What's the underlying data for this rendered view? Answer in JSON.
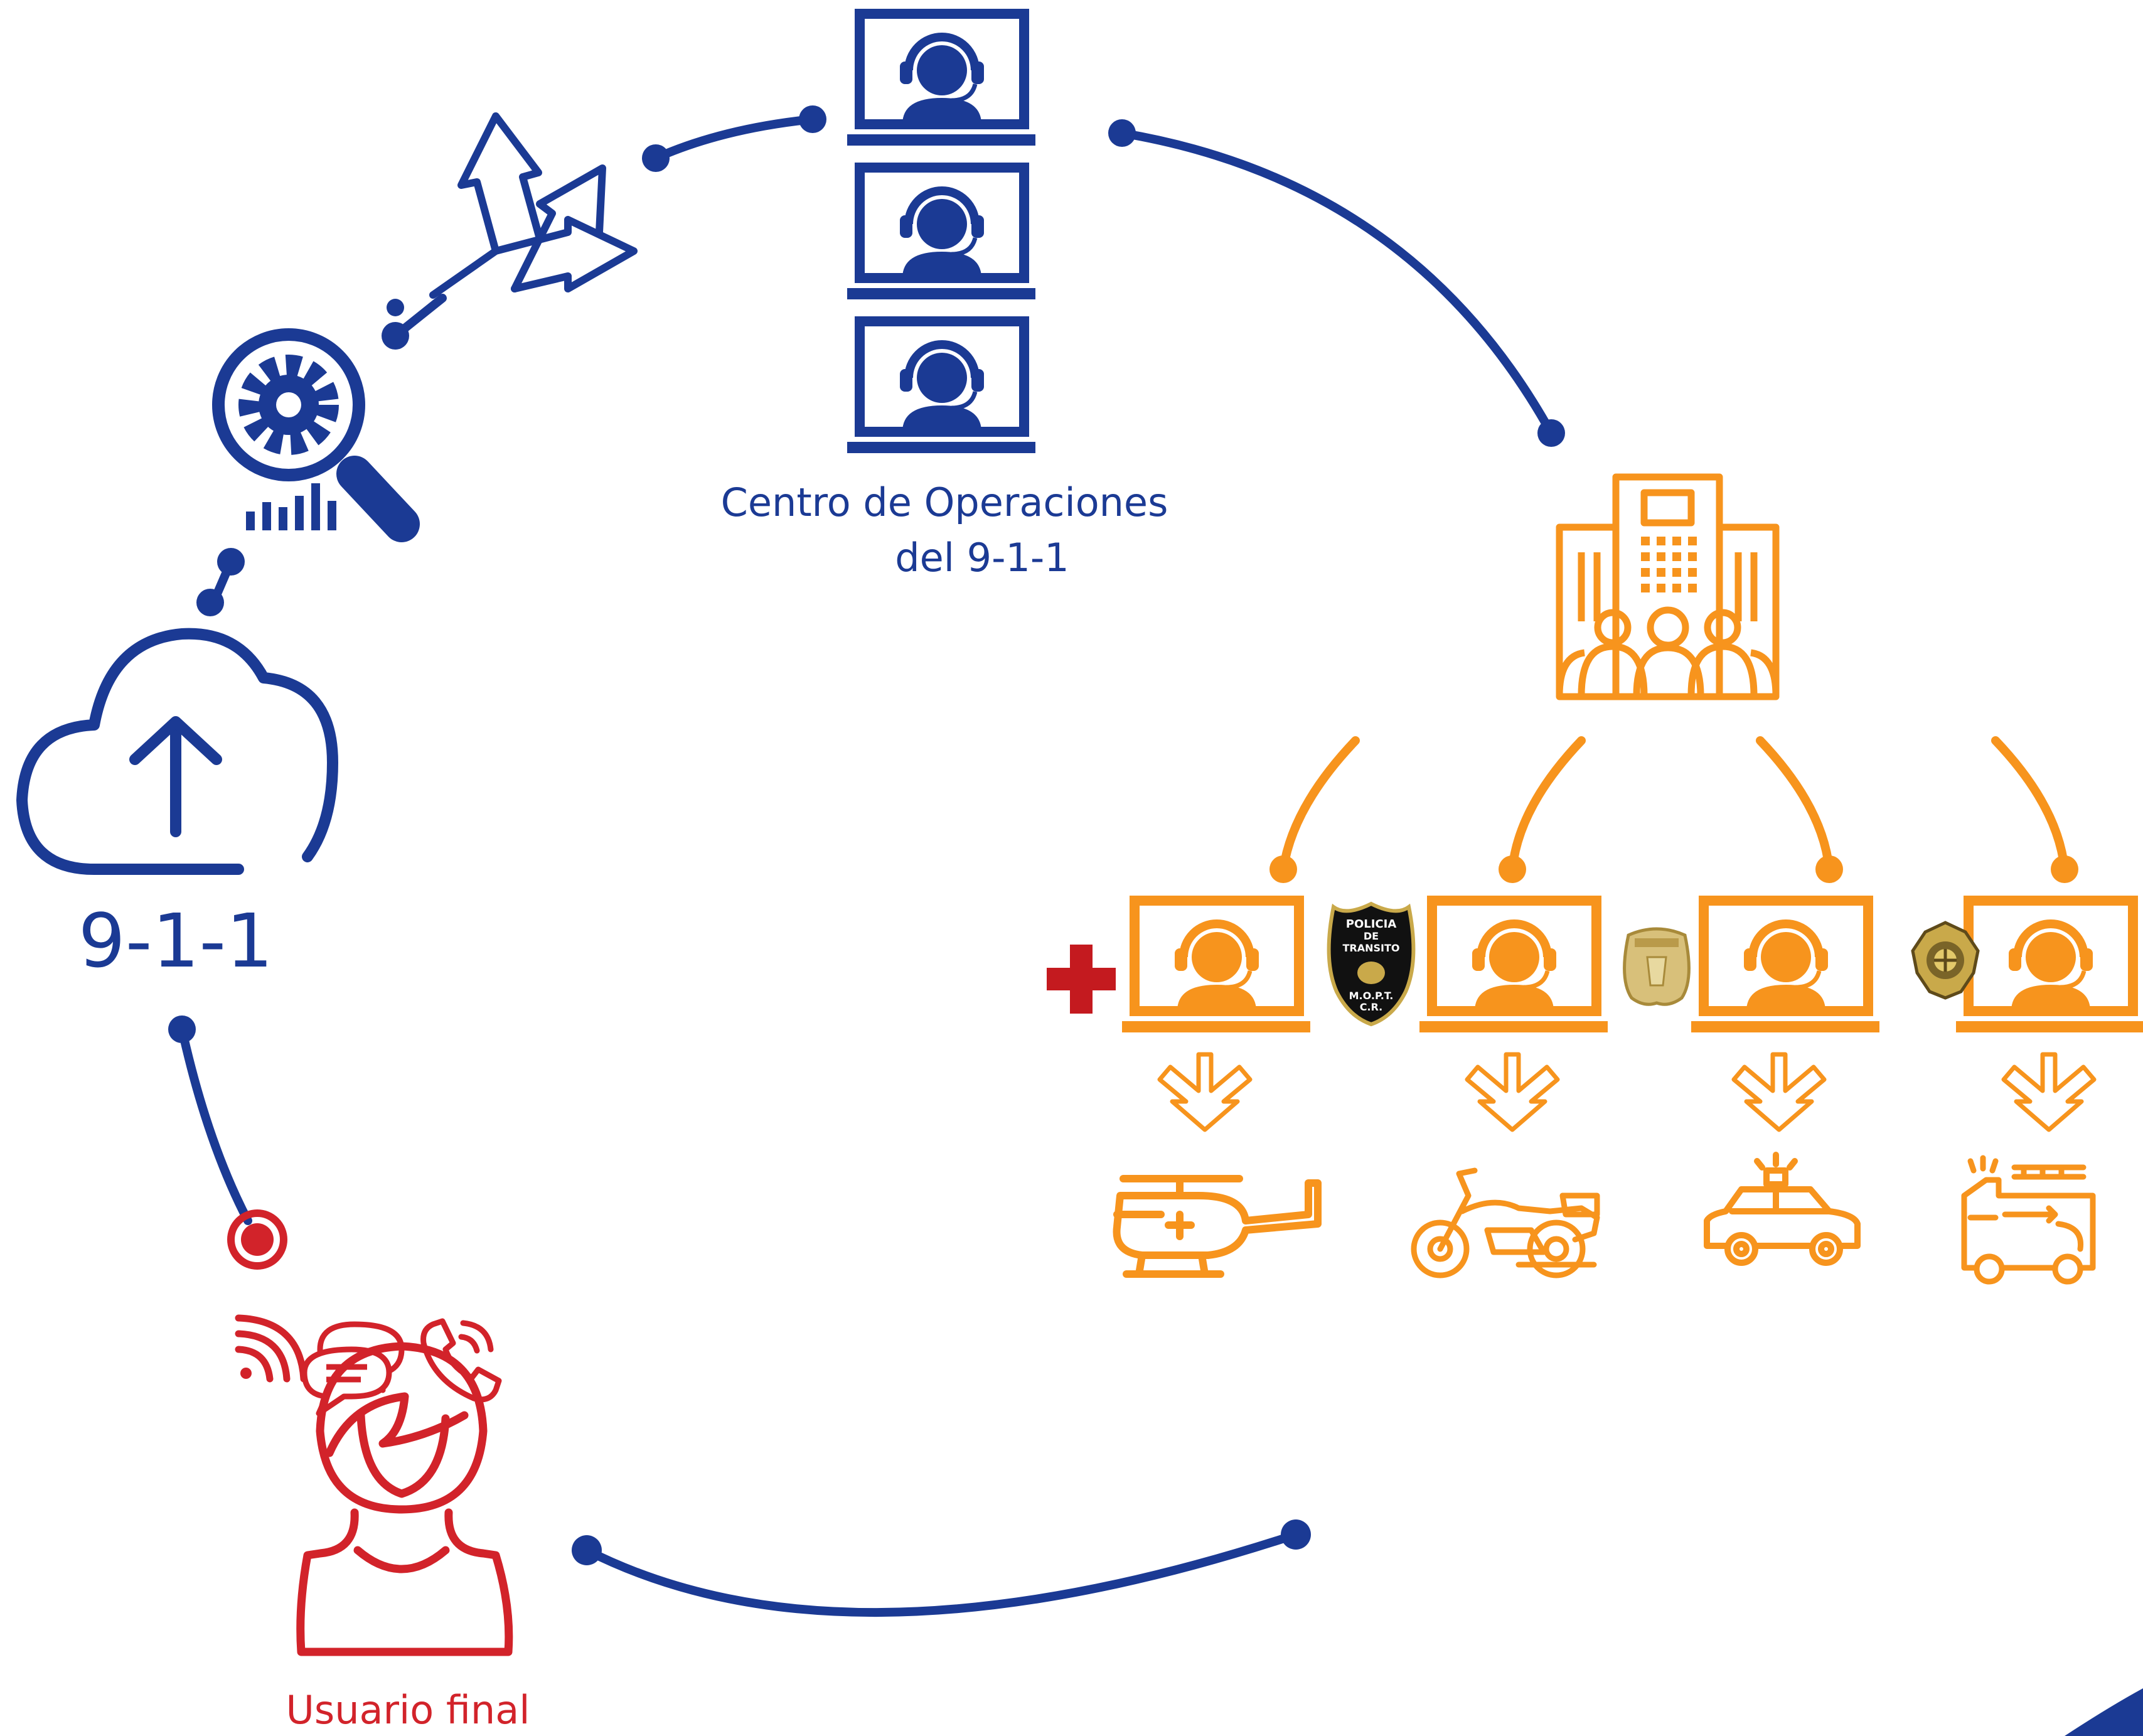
{
  "center_label_line1": "Centro de Operaciones",
  "center_label_line2": "del 9-1-1",
  "cloud_label": "9-1-1",
  "user_label": "Usuario final",
  "badge_police": {
    "line1": "POLICIA",
    "line2": "DE",
    "line3": "TRANSITO",
    "line4": "M.O.P.T.",
    "line5": "C.R."
  },
  "colors": {
    "blue": "#1b3a94",
    "orange": "#f7941d",
    "red": "#d2232a",
    "ambulance_red": "#c41a1f",
    "gold": "#c9a94a"
  },
  "icons": {
    "operators_top": "headset-operator-icon",
    "network": "branching-arrows-icon",
    "analysis": "magnifier-gear-icon",
    "cloud": "cloud-upload-icon",
    "location": "location-target-icon",
    "channels": [
      "signal-icon",
      "chat-icon",
      "phone-icon"
    ],
    "user": "woman-user-icon",
    "building": "agency-building-icon",
    "agencies": [
      "red-cross-icon",
      "transit-police-badge-icon",
      "police-badge-icon",
      "firefighter-badge-icon"
    ],
    "dispatch": "dispatch-arrows-icon",
    "vehicles": [
      "helicopter-icon",
      "motorcycle-icon",
      "police-car-icon",
      "fire-truck-icon"
    ]
  }
}
